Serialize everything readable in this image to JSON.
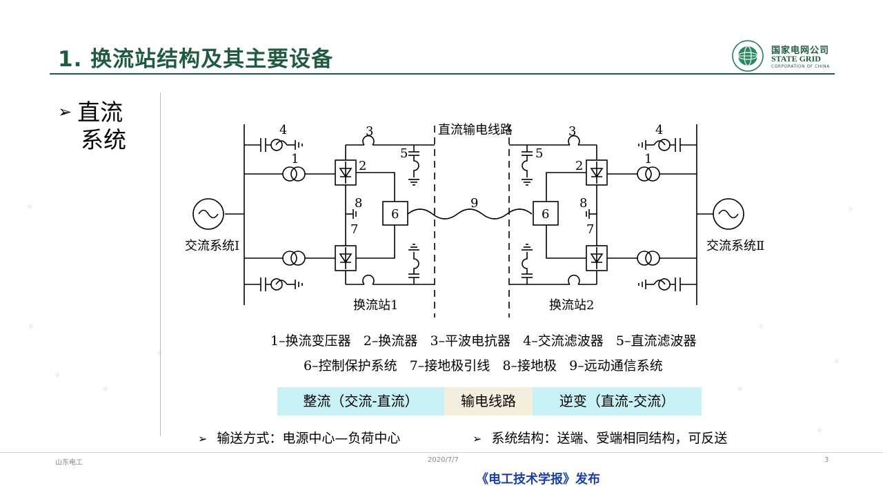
{
  "slide": {
    "title": "1. 换流站结构及其主要设备",
    "logo": {
      "cn": "国家电网公司",
      "en": "STATE GRID",
      "sub": "CORPORATION OF CHINA"
    },
    "bullet_main": {
      "line1": "直流",
      "line2": "系统"
    },
    "diagram": {
      "line_label": "直流输电线路",
      "ac_left": "交流系统Ⅰ",
      "ac_right": "交流系统Ⅱ",
      "station_left": "换流站1",
      "station_right": "换流站2",
      "nums": {
        "n1": "1",
        "n2": "2",
        "n3": "3",
        "n4": "4",
        "n5": "5",
        "n6": "6",
        "n7": "7",
        "n8": "8",
        "n9": "9"
      }
    },
    "legend": {
      "row1": [
        "1–换流变压器",
        "2–换流器",
        "3–平波电抗器",
        "4–交流滤波器",
        "5–直流滤波器"
      ],
      "row2": [
        "6–控制保护系统",
        "7–接地极引线",
        "8–接地极",
        "9–远动通信系统"
      ]
    },
    "bands": {
      "rectify": "整流（交流-直流）",
      "transmit": "输电线路",
      "invert": "逆变（直流-交流）"
    },
    "bottom": {
      "left": "输送方式：电源中心—负荷中心",
      "right": "系统结构：送端、受端相同结构，可反送"
    },
    "footer": {
      "org": "山东电工",
      "date": "2020/7/7",
      "page": "3"
    },
    "publish": "《电工技术学报》发布",
    "colors": {
      "title": "#1f5c3f",
      "band_blue": "#c9f2f7",
      "band_tan": "#f6eedc",
      "publish": "#1a3fa8"
    }
  }
}
